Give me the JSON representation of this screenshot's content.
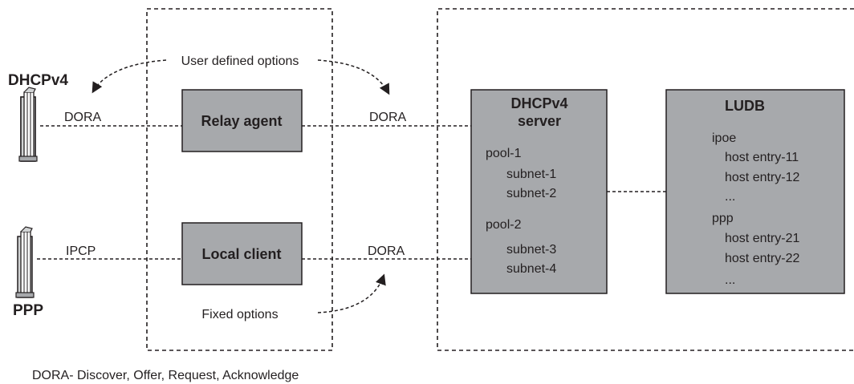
{
  "left_devices": {
    "top_label": "DHCPv4",
    "bottom_label": "PPP",
    "icon": "server-tower-icon"
  },
  "links": {
    "top_left": "DORA",
    "top_right": "DORA",
    "bottom_left": "IPCP",
    "bottom_right": "DORA"
  },
  "options": {
    "user_defined": "User defined options",
    "fixed": "Fixed options"
  },
  "relay_agent": {
    "label": "Relay agent"
  },
  "local_client": {
    "label": "Local client"
  },
  "dhcp_server": {
    "title_line1": "DHCPv4",
    "title_line2": "server",
    "pools": [
      {
        "name": "pool-1",
        "subnets": [
          "subnet-1",
          "subnet-2"
        ]
      },
      {
        "name": "pool-2",
        "subnets": [
          "subnet-3",
          "subnet-4"
        ]
      }
    ]
  },
  "ludb": {
    "title": "LUDB",
    "groups": [
      {
        "name": "ipoe",
        "entries": [
          "host entry-11",
          "host entry-12",
          "..."
        ]
      },
      {
        "name": "ppp",
        "entries": [
          "host entry-21",
          "host entry-22",
          "..."
        ]
      }
    ]
  },
  "footnote": "DORA- Discover, Offer, Request, Acknowledge",
  "colors": {
    "box_fill": "#a7a9ac",
    "stroke": "#231f20",
    "background": "#ffffff"
  }
}
